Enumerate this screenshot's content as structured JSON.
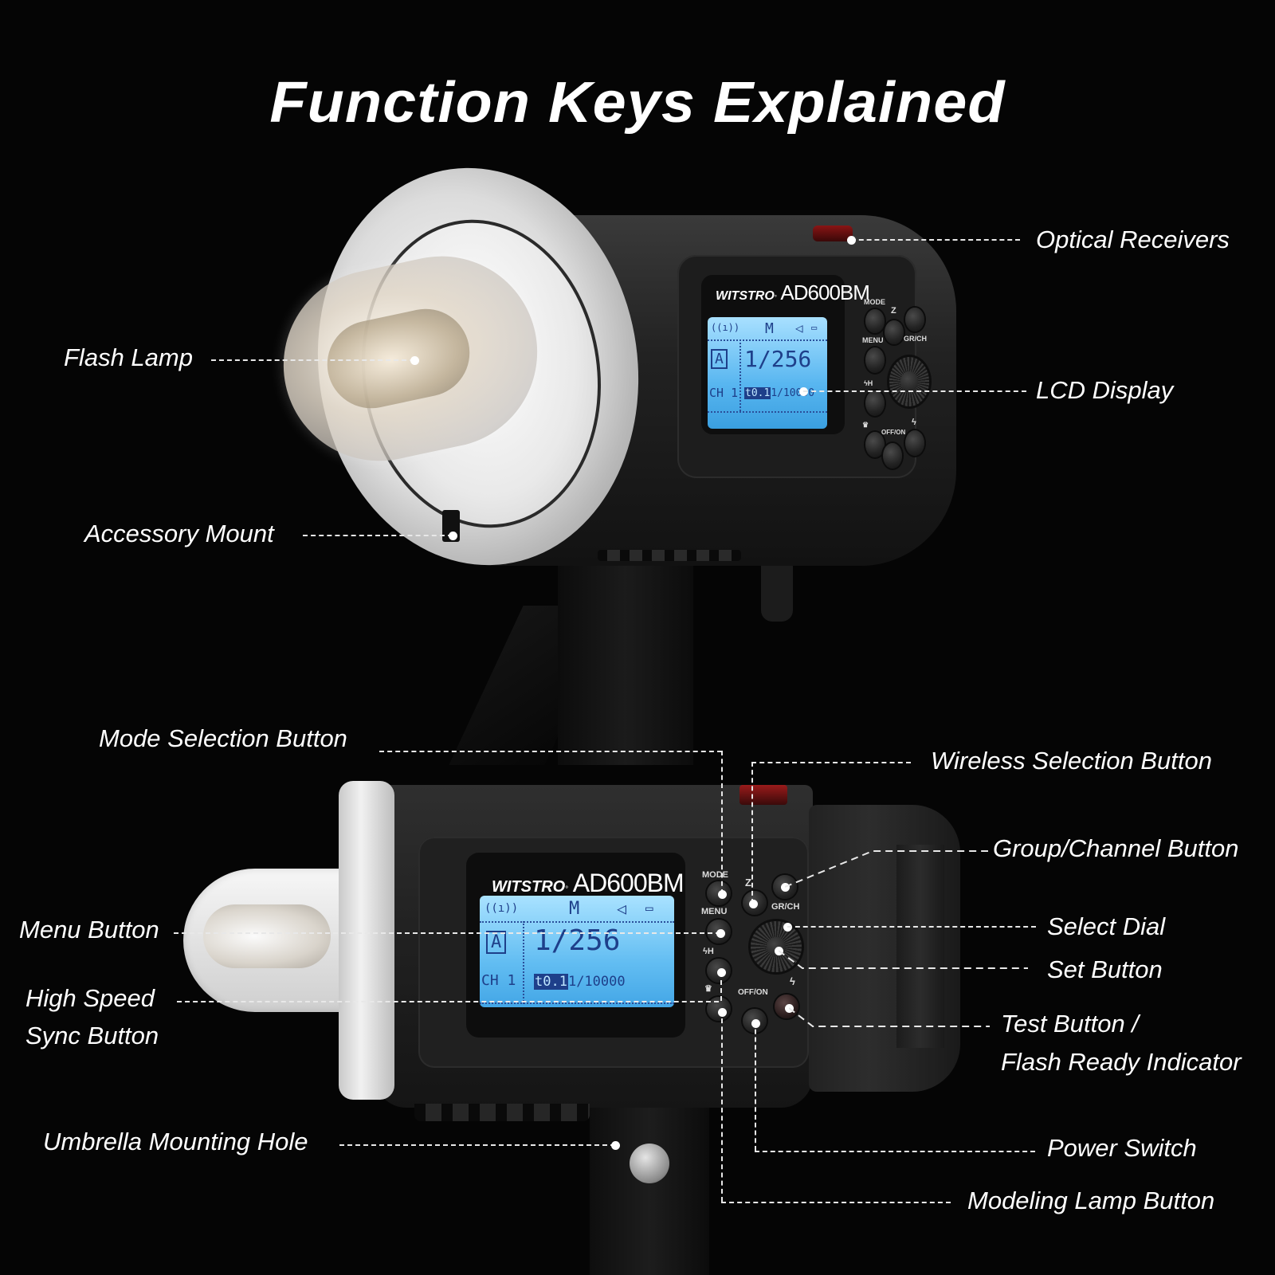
{
  "title": "Function Keys Explained",
  "product": {
    "brand": "WITSTRO",
    "model": "AD600BM"
  },
  "lcd": {
    "mode": "M",
    "group": "A",
    "channel": "CH 1",
    "power": "1/256",
    "tag": "t0.1",
    "duration": "1/10000",
    "wireless_icon": "wireless-signal-icon",
    "sound_icon": "speaker-icon",
    "battery_icon": "battery-icon"
  },
  "panel_buttons": {
    "mode": "MODE",
    "menu": "MENU",
    "hss": "ϟH",
    "grch": "GR/CH",
    "wireless": "Z",
    "offon": "OFF/ON",
    "test": "ϟ",
    "modeling": "♛"
  },
  "callouts_top": [
    {
      "id": "optical-receivers",
      "label": "Optical Receivers"
    },
    {
      "id": "flash-lamp",
      "label": "Flash Lamp"
    },
    {
      "id": "lcd-display",
      "label": "LCD Display"
    },
    {
      "id": "accessory-mount",
      "label": "Accessory Mount"
    }
  ],
  "callouts_bottom": [
    {
      "id": "mode-selection-button",
      "label": "Mode Selection Button"
    },
    {
      "id": "wireless-selection-button",
      "label": "Wireless Selection Button"
    },
    {
      "id": "group-channel-button",
      "label": "Group/Channel Button"
    },
    {
      "id": "menu-button",
      "label": "Menu Button"
    },
    {
      "id": "select-dial",
      "label": "Select Dial"
    },
    {
      "id": "set-button",
      "label": "Set Button"
    },
    {
      "id": "high-speed-sync-button",
      "label_line1": "High Speed",
      "label_line2": "Sync Button"
    },
    {
      "id": "test-button",
      "label_line1": "Test Button /",
      "label_line2": "Flash Ready Indicator"
    },
    {
      "id": "umbrella-mounting-hole",
      "label": "Umbrella Mounting Hole"
    },
    {
      "id": "power-switch",
      "label": "Power Switch"
    },
    {
      "id": "modeling-lamp-button",
      "label": "Modeling Lamp Button"
    }
  ],
  "colors": {
    "background": "#050505",
    "text": "#ffffff",
    "lcd_blue": "#58b6f0",
    "lcd_text": "#1e3f8a",
    "optical_red": "#8a1515"
  }
}
